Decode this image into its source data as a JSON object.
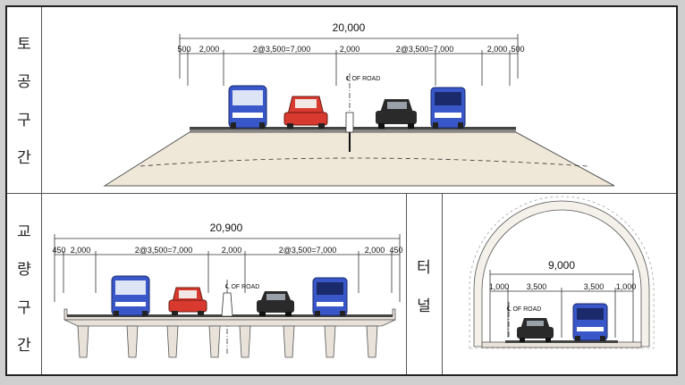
{
  "earthwork": {
    "label_chars": [
      "토",
      "공",
      "구",
      "간"
    ],
    "total_width": "20,000",
    "dims": [
      "500",
      "2,000",
      "2@3,500=7,000",
      "2,000",
      "2@3,500=7,000",
      "2,000",
      "500"
    ],
    "centerline": "℄ OF ROAD"
  },
  "bridge": {
    "label_chars": [
      "교",
      "량",
      "구",
      "간"
    ],
    "total_width": "20,900",
    "dims": [
      "450",
      "2,000",
      "2@3,500=7,000",
      "2,000",
      "2@3,500=7,000",
      "2,000",
      "450"
    ],
    "centerline": "℄ OF ROAD"
  },
  "tunnel": {
    "label_chars": [
      "터",
      "널"
    ],
    "total_width": "9,000",
    "dims": [
      "1,000",
      "3,500",
      "3,500",
      "1,000"
    ],
    "centerline": "℄ OF ROAD"
  },
  "colors": {
    "bus_blue": "#3a57c9",
    "car_red": "#d93a2f",
    "car_black": "#2a2a2a",
    "embankment": "#efe8d8",
    "structure": "#e8e2da",
    "outline": "#333333"
  }
}
